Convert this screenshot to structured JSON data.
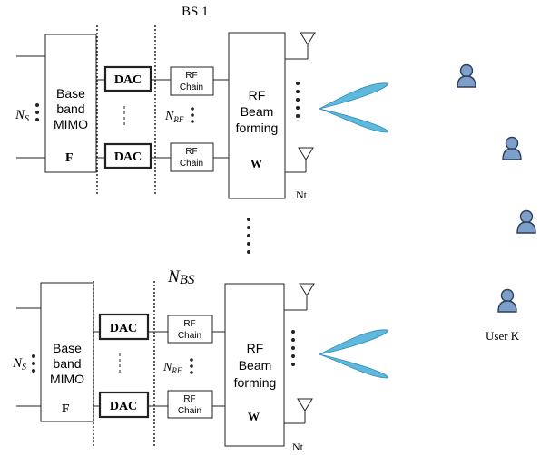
{
  "top": {
    "title": "BS 1",
    "baseband": [
      "Base",
      "band",
      "MIMO"
    ],
    "baseband_matrix": "F",
    "dac_upper": "DAC",
    "dac_lower": "DAC",
    "rf_chain_upper": [
      "RF",
      "Chain"
    ],
    "rf_chain_lower": [
      "RF",
      "Chain"
    ],
    "ns_main": "N",
    "ns_sub": "S",
    "nrf_main": "N",
    "nrf_sub": "RF",
    "beamforming": [
      "RF",
      "Beam",
      "forming"
    ],
    "beam_matrix": "W",
    "nt_label": "Nt"
  },
  "bottom": {
    "title_main": "N",
    "title_sub": "BS",
    "baseband": [
      "Base",
      "band",
      "MIMO"
    ],
    "baseband_matrix": "F",
    "dac_upper": "DAC",
    "dac_lower": "DAC",
    "rf_chain_upper": [
      "RF",
      "Chain"
    ],
    "rf_chain_lower": [
      "RF",
      "Chain"
    ],
    "ns_main": "N",
    "ns_sub": "S",
    "nrf_main": "N",
    "nrf_sub": "RF",
    "beamforming": [
      "RF",
      "Beam",
      "forming"
    ],
    "beam_matrix": "W",
    "nt_label": "Nt"
  },
  "users": {
    "last_label": "User K"
  },
  "colors": {
    "beam_fill": "#5fb9dc",
    "beam_stroke": "#2f8bb4",
    "user_fill": "#7d9fcb",
    "user_stroke": "#2f3d55",
    "line": "#222222"
  }
}
